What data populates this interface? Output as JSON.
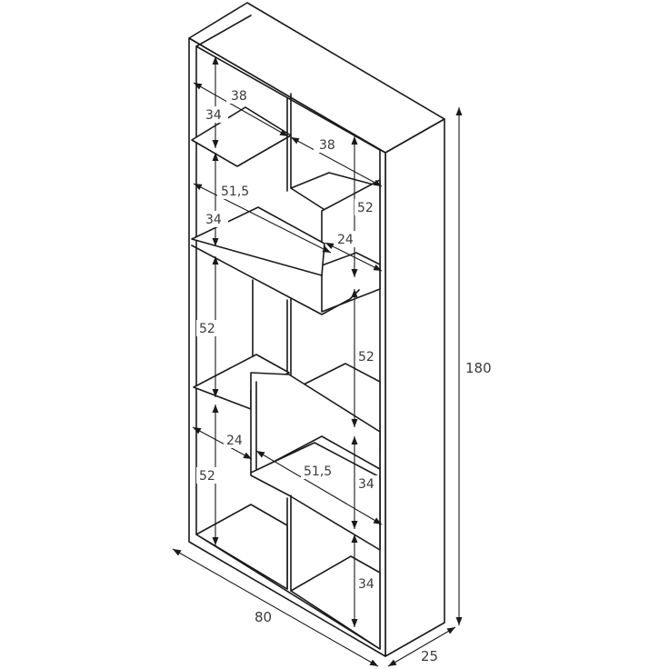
{
  "dimensions": {
    "height_total": "180",
    "width_total": "80",
    "depth_total": "25",
    "top_left_height": "34",
    "top_left_depth": "38",
    "top_right_depth": "38",
    "upper_mid_height": "34",
    "upper_mid_depth": "51,5",
    "right_box_height": "52",
    "right_box_depth": "24",
    "left_tall_height": "52",
    "right_mid_height": "52",
    "lower_left_depth": "24",
    "lower_left_height": "52",
    "lower_mid_depth": "51,5",
    "lower_right_height": "34",
    "bottom_right_height": "34"
  }
}
